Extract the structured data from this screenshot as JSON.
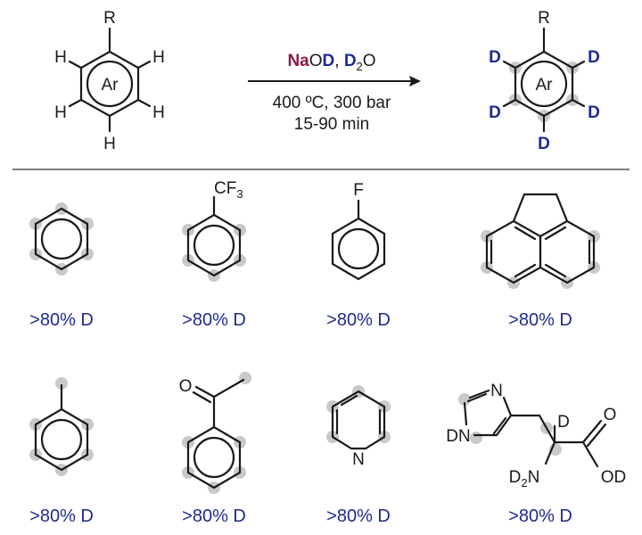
{
  "scheme": {
    "reactant": {
      "substituent": "R",
      "ring_label": "Ar",
      "atom": "H"
    },
    "product": {
      "substituent": "R",
      "ring_label": "Ar",
      "atom": "D"
    },
    "reagents": {
      "base_part1": "Na",
      "base_part2": "O",
      "base_part3": "D",
      "separator": ", ",
      "solvent_part1": "D",
      "solvent_sub": "2",
      "solvent_part2": "O"
    },
    "conditions_line1": "400 ºC, 300 bar",
    "conditions_line2": "15-90 min"
  },
  "substrates": [
    {
      "name": "benzene",
      "yield": ">80% D"
    },
    {
      "name": "benzotrifluoride",
      "label": "CF",
      "label_sub": "3",
      "yield": ">80% D"
    },
    {
      "name": "fluorobenzene",
      "label": "F",
      "yield": ">80% D"
    },
    {
      "name": "acenaphthene",
      "yield": ">80% D"
    },
    {
      "name": "toluene",
      "yield": ">80% D"
    },
    {
      "name": "acetophenone",
      "label": "O",
      "yield": ">80% D"
    },
    {
      "name": "pyridine",
      "label": "N",
      "yield": ">80% D"
    },
    {
      "name": "histidine",
      "labels": {
        "n_top": "N",
        "dn": "DN",
        "d": "D",
        "o": "O",
        "d2n_1": "D",
        "d2n_sub": "2",
        "d2n_2": "N",
        "od": "OD"
      },
      "yield": ">80% D"
    }
  ],
  "colors": {
    "deuterium": "#1f2a8f",
    "sodium": "#8b1a4a",
    "highlight_dot": "#c9c9c9",
    "ink": "#1a1a1a"
  }
}
